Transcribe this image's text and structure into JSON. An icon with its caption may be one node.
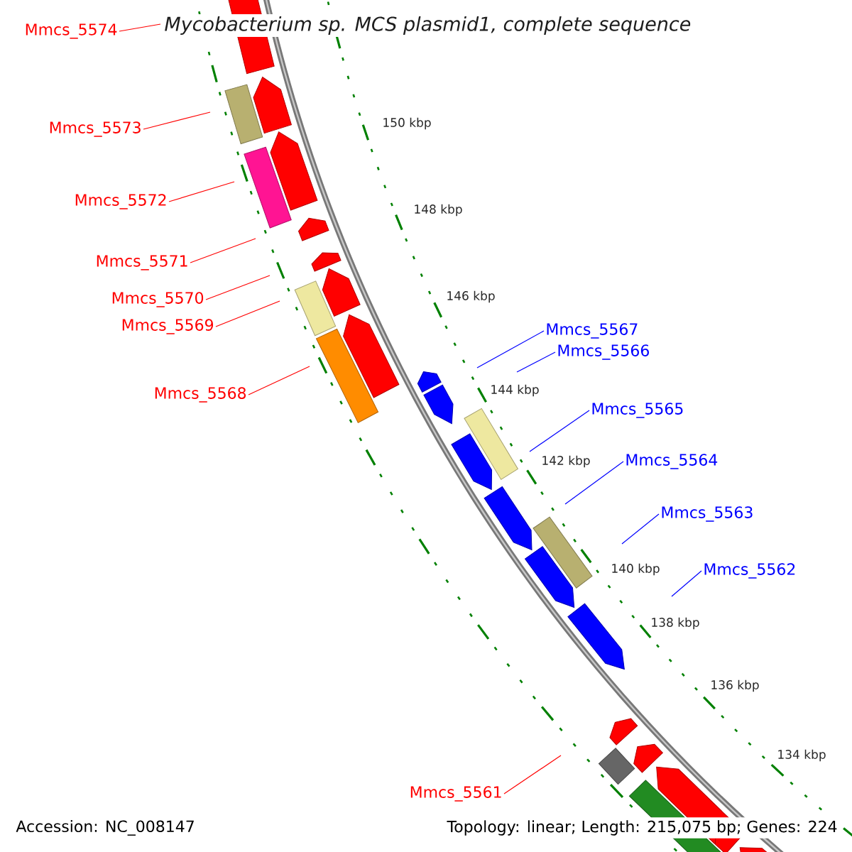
{
  "diagram": {
    "title": "Mycobacterium sp. MCS plasmid1, complete sequence",
    "nodes": [
      {
        "text": [
          "Mmcs_5574"
        ]
      },
      {
        "text": [
          "Mmcs_5573"
        ]
      },
      {
        "text": [
          "Mmcs_5572"
        ]
      },
      {
        "text": [
          "Mmcs_5571"
        ]
      },
      {
        "text": [
          "Mmcs_5570"
        ]
      },
      {
        "text": [
          "Mmcs_5569"
        ]
      },
      {
        "text": [
          "Mmcs_5567"
        ]
      },
      {
        "text": [
          "Mmcs_5566"
        ]
      },
      {
        "text": [
          "Mmcs_5568"
        ]
      },
      {
        "text": [
          "Mmcs_5565"
        ]
      },
      {
        "text": [
          "Mmcs_5564"
        ]
      },
      {
        "text": [
          "Mmcs_5563"
        ]
      },
      {
        "text": [
          "Mmcs_5562"
        ]
      },
      {
        "text": [
          "Mmcs_5561"
        ]
      }
    ],
    "edges": [
      {
        "from": 0,
        "to": null,
        "arrow": "none"
      },
      {
        "from": 1,
        "to": null,
        "arrow": "none"
      },
      {
        "from": 2,
        "to": null,
        "arrow": "none"
      },
      {
        "from": 3,
        "to": null,
        "arrow": "none"
      },
      {
        "from": 4,
        "to": null,
        "arrow": "none"
      },
      {
        "from": 5,
        "to": null,
        "arrow": "none"
      },
      {
        "from": 6,
        "to": null,
        "arrow": "none",
        "color": "#0000ff"
      },
      {
        "from": 7,
        "to": null,
        "arrow": "none",
        "color": "#0000ff"
      },
      {
        "from": 8,
        "to": null,
        "arrow": "none"
      },
      {
        "from": 9,
        "to": null,
        "arrow": "none",
        "color": "#0000ff"
      },
      {
        "from": 10,
        "to": null,
        "arrow": "none",
        "color": "#0000ff"
      },
      {
        "from": 11,
        "to": null,
        "arrow": "none",
        "color": "#0000ff"
      },
      {
        "from": 12,
        "to": null,
        "arrow": "none",
        "color": "#0000ff"
      },
      {
        "from": 13,
        "to": null,
        "arrow": "none"
      }
    ],
    "labels": [
      "150 kbp",
      "148 kbp",
      "146 kbp",
      "144 kbp",
      "142 kbp",
      "140 kbp",
      "138 kbp",
      "136 kbp",
      "134 kbp",
      "Accession: NC_008147",
      "Topology: linear; Length: 215,075 bp; Genes: 224"
    ]
  }
}
